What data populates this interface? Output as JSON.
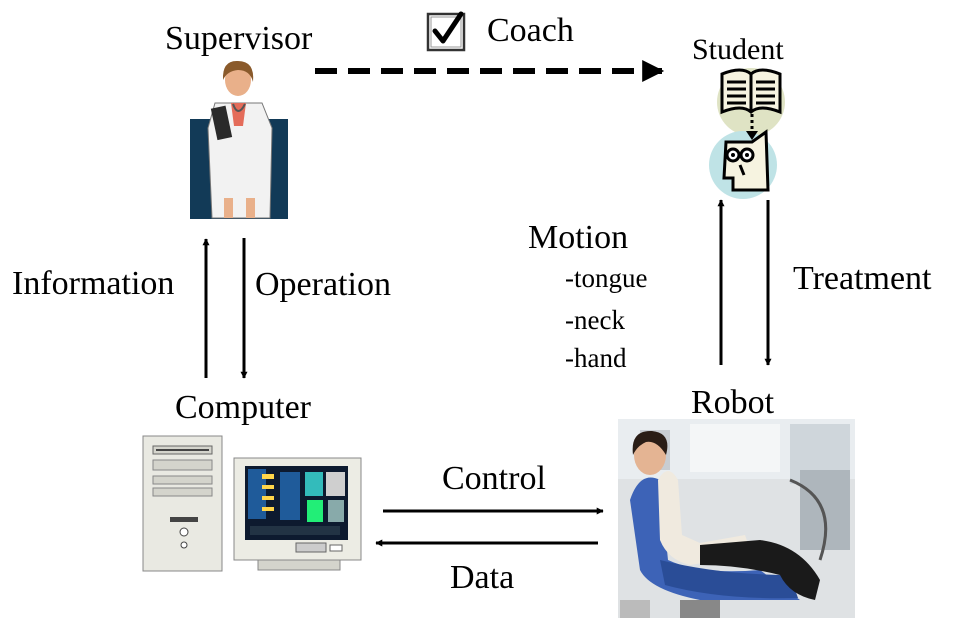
{
  "labels": {
    "supervisor": "Supervisor",
    "coach": "Coach",
    "student": "Student",
    "information": "Information",
    "operation": "Operation",
    "motion": "Motion",
    "motion_items": [
      "-tongue",
      "-neck",
      "-hand"
    ],
    "treatment": "Treatment",
    "computer": "Computer",
    "robot": "Robot",
    "control": "Control",
    "data": "Data"
  },
  "icons": {
    "checkbox": "checked-checkbox-icon",
    "supervisor": "doctor-clipart",
    "student": "book-and-student-icon",
    "computer": "desktop-computer-clipart",
    "robot": "patient-robot-photo"
  },
  "colors": {
    "supervisor_bg": "#123a57",
    "student_circle_top": "#dfe3c4",
    "student_circle_bottom": "#bfe3e6",
    "line": "#000000"
  }
}
